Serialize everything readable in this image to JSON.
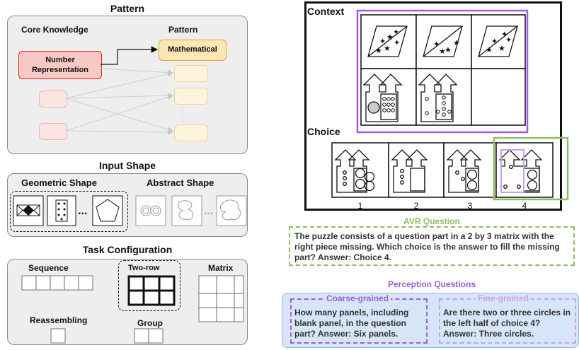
{
  "left": {
    "pattern_section": {
      "title": "Pattern",
      "core_knowledge_header": "Core Knowledge",
      "pattern_header": "Pattern",
      "number_representation": "Number\nRepresentation",
      "mathematical": "Mathematical"
    },
    "input_shape_section": {
      "title": "Input Shape",
      "geometric_label": "Geometric Shape",
      "abstract_label": "Abstract Shape",
      "ellipsis": "..."
    },
    "task_config_section": {
      "title": "Task Configuration",
      "sequence": "Sequence",
      "two_row": "Two-row",
      "matrix": "Matrix",
      "reassembling": "Reassembling",
      "group": "Group"
    }
  },
  "right": {
    "puzzle": {
      "context_label": "Context",
      "choice_label": "Choice",
      "choice_numbers": [
        "1",
        "2",
        "3",
        "4"
      ]
    },
    "avr": {
      "title": "AVR Question",
      "text": "The puzzle consists of a question part in a 2 by 3 matrix with the right piece missing. Which choice is the answer to fill the missing part? Answer: Choice 4."
    },
    "perception": {
      "title": "Perception Questions",
      "coarse_title": "Coarse-grained",
      "coarse_text": "How many panels, including blank panel, in the question part? Answer: Six panels.",
      "fine_title": "Fine-grained",
      "fine_text": "Are there two or three circles in the left half of choice 4? Answer: Three circles."
    }
  },
  "colors": {
    "panel_bg": "#eeeeee",
    "red_box": "#f8c9c4",
    "orange_box": "#fde6b5",
    "purple": "#a05be0",
    "green": "#8fbd6a",
    "blue_bg": "#d6e6f8"
  }
}
